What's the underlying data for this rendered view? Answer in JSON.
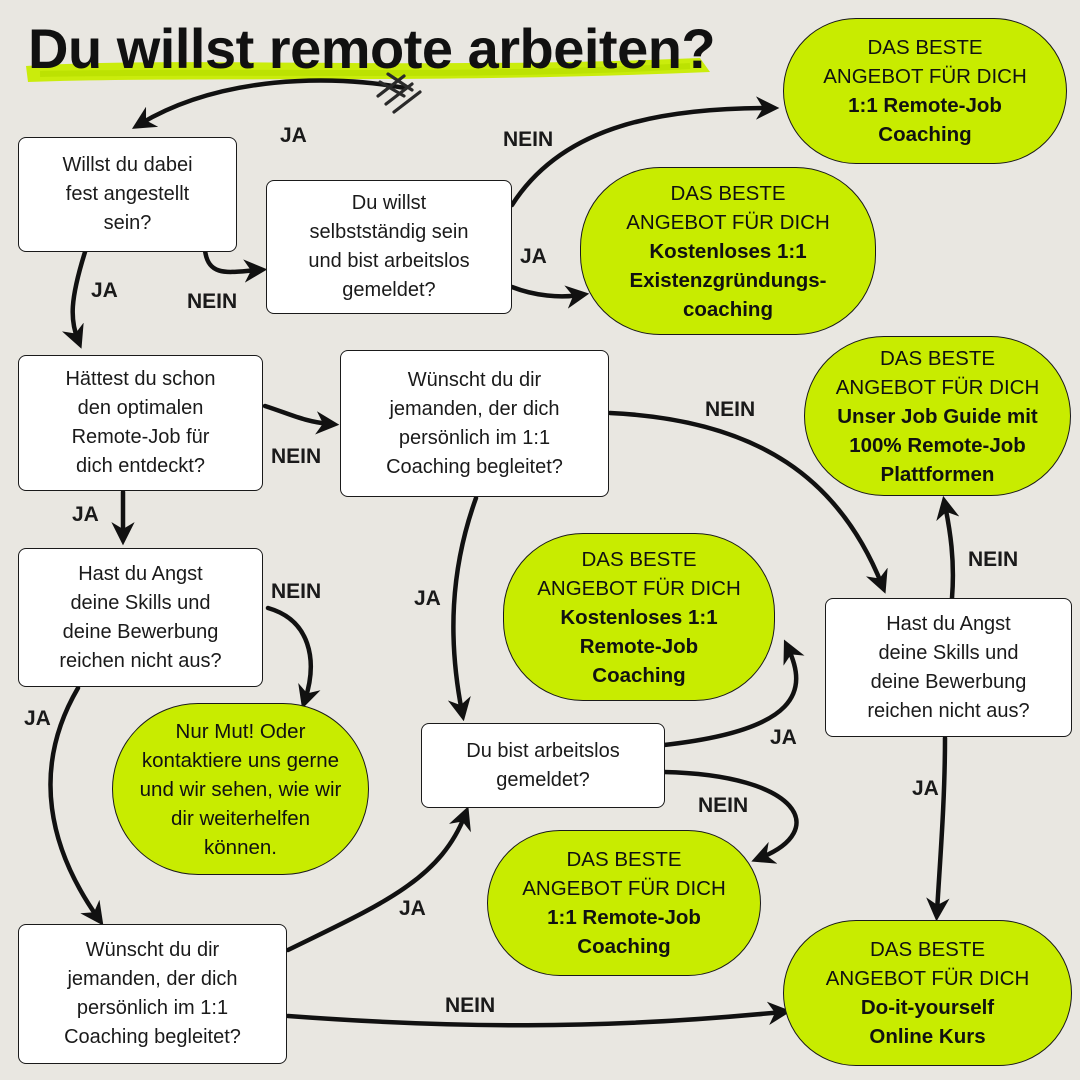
{
  "title": "Du willst remote arbeiten?",
  "colors": {
    "background": "#e9e7e1",
    "offer": "#c8ec00",
    "line": "#111111",
    "box": "#ffffff"
  },
  "icons": {
    "arrow_fletching": "arrow-fletching-icon",
    "arrowhead": "arrowhead-icon"
  },
  "questions": {
    "q_fest": "Willst du dabei\nfest angestellt\nsein?",
    "q_selbst": "Du willst\nselbstständig sein\nund bist arbeitslos\ngemeldet?",
    "q_job": "Hättest du schon\nden optimalen\nRemote-Job für\ndich entdeckt?",
    "q_coach_mid": "Wünscht du dir\njemanden, der dich\npersönlich im 1:1\nCoaching begleitet?",
    "q_angst_left": "Hast du Angst\ndeine Skills und\ndeine Bewerbung\nreichen nicht aus?",
    "q_angst_right": "Hast du Angst\ndeine Skills und\ndeine Bewerbung\nreichen nicht aus?",
    "q_arbeitslos": "Du bist arbeitslos\ngemeldet?",
    "q_coach_bottom": "Wünscht du dir\njemanden, der dich\npersönlich im 1:1\nCoaching begleitet?"
  },
  "offer_heading": "DAS BESTE\nANGEBOT FÜR DICH",
  "offers": {
    "o_remote_top": "1:1 Remote-Job\nCoaching",
    "o_existenz": "Kostenloses 1:1\nExistenzgründungs-\ncoaching",
    "o_guide": "Unser Job Guide mit\n100% Remote-Job\nPlattformen",
    "o_kostenlos_remote": "Kostenloses 1:1\nRemote-Job\nCoaching",
    "o_remote_bottom": "1:1 Remote-Job\nCoaching",
    "o_diy": "Do-it-yourself\nOnline Kurs"
  },
  "mut_text": "Nur Mut! Oder\nkontaktiere uns gerne\nund wir sehen, wie wir\ndir weiterhelfen\nkönnen.",
  "labels": {
    "ja": "JA",
    "nein": "NEIN"
  }
}
